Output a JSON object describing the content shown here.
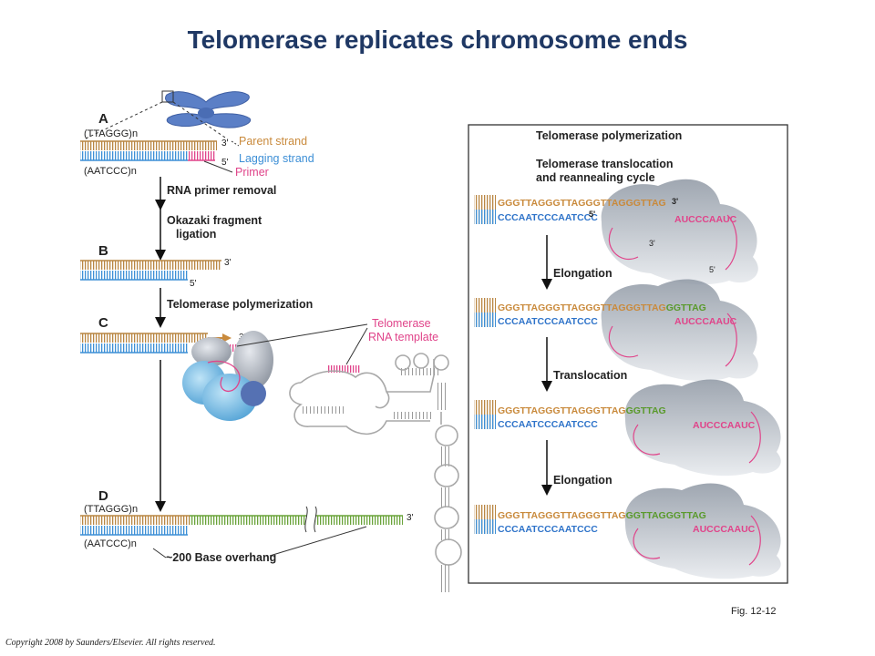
{
  "title": "Telomerase replicates chromosome ends",
  "panel_a": {
    "letter": "A",
    "top_repeat": "(TTAGGG)n",
    "bottom_repeat": "(AATCCC)n",
    "end3": "3'",
    "end5": "5'",
    "parent_strand": "Parent strand",
    "lagging_strand": "Lagging strand",
    "primer": "Primer"
  },
  "steps": {
    "primer_removal": "RNA primer removal",
    "okazaki_1": "Okazaki fragment",
    "okazaki_2": "ligation",
    "telomerase_poly": "Telomerase polymerization"
  },
  "panel_b": {
    "letter": "B",
    "end3": "3'",
    "end5": "5'"
  },
  "panel_c": {
    "letter": "C",
    "end3": "3'",
    "template_1": "Telomerase",
    "template_2": "RNA template"
  },
  "panel_d": {
    "letter": "D",
    "top_repeat": "(TTAGGG)n",
    "bottom_repeat": "(AATCCC)n",
    "end3": "3'",
    "overhang": "~200 Base overhang"
  },
  "right_panel": {
    "heading": "Telomerase polymerization",
    "subheading_1": "Telomerase translocation",
    "subheading_2": "and reannealing cycle",
    "rows": [
      {
        "top_black": "GGGTTAGGGTTAGGGTTAGGGTTAG",
        "top_green": "",
        "bottom": "CCCAATCCCAATCCC",
        "rna": "AUCCCAAUC",
        "end3": "3'",
        "end5": "5'",
        "enzyme3": "3'",
        "enzyme5": "5'"
      },
      {
        "top_black": "GGGTTAGGGTTAGGGTTAGGGTTAG",
        "top_green": "GGTTAG",
        "bottom": "CCCAATCCCAATCCC",
        "rna": "AUCCCAAUC"
      },
      {
        "top_black": "GGGTTAGGGTTAGGGTTAG",
        "top_green": "GGTTAG",
        "bottom": "CCCAATCCCAATCCC",
        "rna": "AUCCCAAUC"
      },
      {
        "top_black": "GGGTTAGGGTTAGGGTTAG",
        "top_green": "GGTTAGGGTTAG",
        "bottom": "CCCAATCCCAATCCC",
        "rna": "AUCCCAAUC"
      }
    ],
    "step_elongation_1": "Elongation",
    "step_translocation": "Translocation",
    "step_elongation_2": "Elongation"
  },
  "figure_number": "Fig. 12-12",
  "copyright": "Copyright 2008 by Saunders/Elsevier. All rights reserved.",
  "colors": {
    "title": "#1f3864",
    "parent": "#c98a3c",
    "lagging": "#3d8fd6",
    "primer": "#e0448a",
    "newdna": "#5a9a2c",
    "blue_seq": "#2e73c9",
    "enzyme_blue": "#6fb7e3",
    "enzyme_grey": "#a9afb7"
  }
}
